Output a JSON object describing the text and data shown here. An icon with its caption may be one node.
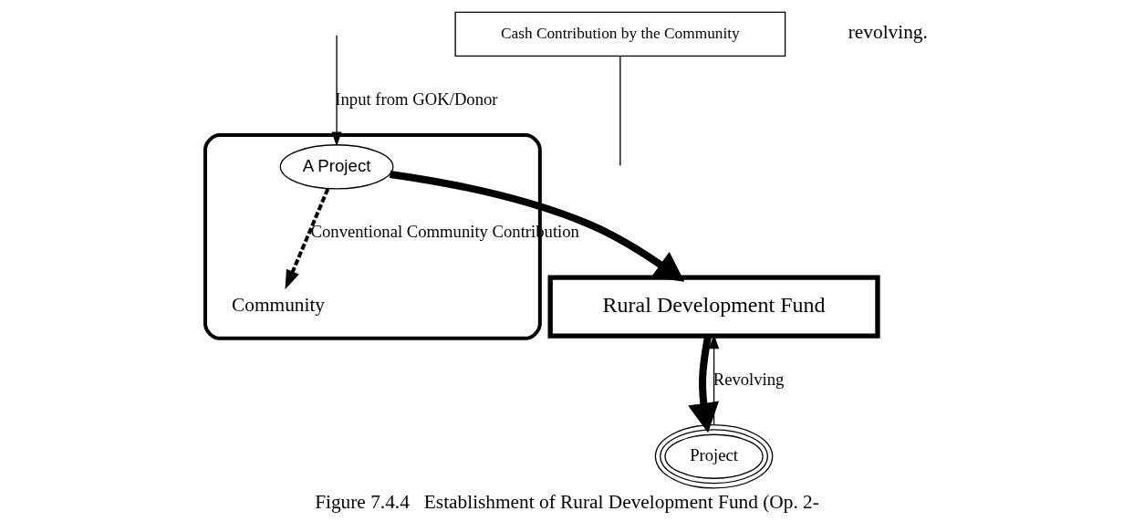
{
  "diagram": {
    "caption": "Figure 7.4.4   Establishment of Rural Development Fund (Op. 2-",
    "nodes": [
      {
        "text": [
          "Rural Development Fund"
        ]
      },
      {
        "text": [
          "Community"
        ]
      },
      {
        "text": [
          "A Project"
        ],
        "in": 1
      },
      {
        "text": [
          "Project"
        ]
      },
      {
        "text": [
          "Cash Contribution by the Community"
        ]
      }
    ],
    "edges": [
      {
        "from": 0,
        "to": 3,
        "arrow": "to",
        "style": "thick"
      },
      {
        "from": 3,
        "to": 0,
        "arrow": "to",
        "label": "Revolving"
      },
      {
        "from": 2,
        "to": 0,
        "arrow": "to",
        "style": "thick"
      },
      {
        "from": null,
        "to": 2,
        "arrow": "to",
        "label": "Input from GOK/Donor"
      },
      {
        "from": 2,
        "to": 1,
        "arrow": "to",
        "style": "dashed",
        "label": "Conventional Community Contribution"
      },
      {
        "from": 4,
        "to": null,
        "arrow": "none"
      }
    ],
    "labels": [
      "revolving."
    ]
  }
}
